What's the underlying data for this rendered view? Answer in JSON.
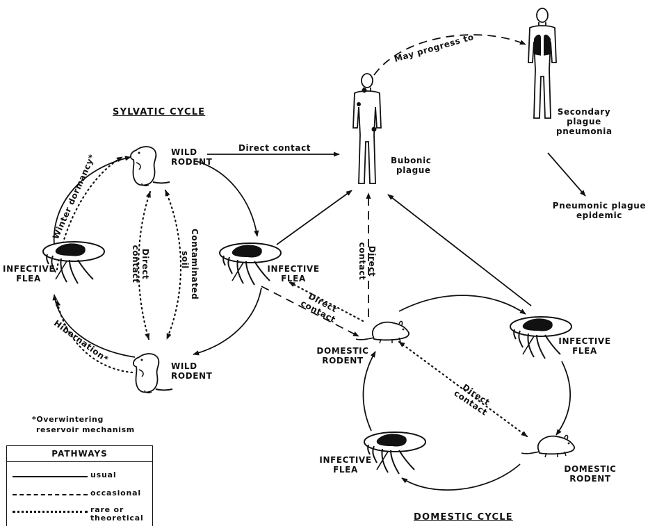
{
  "titles": {
    "sylvatic": "SYLVATIC CYCLE",
    "domestic": "DOMESTIC CYCLE"
  },
  "nodes": {
    "wild_rodent_top": [
      "WILD",
      "RODENT"
    ],
    "wild_rodent_bottom": [
      "WILD",
      "RODENT"
    ],
    "infective_flea_left": [
      "INFECTIVE",
      "FLEA"
    ],
    "infective_flea_center": [
      "INFECTIVE",
      "FLEA"
    ],
    "infective_flea_right": [
      "INFECTIVE",
      "FLEA"
    ],
    "infective_flea_bottom": [
      "INFECTIVE",
      "FLEA"
    ],
    "domestic_rodent_left": [
      "DOMESTIC",
      "RODENT"
    ],
    "domestic_rodent_right": [
      "DOMESTIC",
      "RODENT"
    ],
    "bubonic": [
      "Bubonic",
      "plague"
    ],
    "secondary": [
      "Secondary",
      "plague",
      "pneumonia"
    ],
    "pneumonic_epidemic": [
      "Pneumonic plague",
      "epidemic"
    ]
  },
  "edge_labels": {
    "direct_contact_top": "Direct contact",
    "may_progress": "May progress to",
    "winter_dormancy": "Winter dormancy*",
    "hibernation": "Hibernation*",
    "direct_contact_sylvatic": [
      "Direct",
      "contact"
    ],
    "contaminated_soil": [
      "Contaminated",
      "soil"
    ],
    "direct_contact_vertical": [
      "Direct",
      "contact"
    ],
    "direct_contact_flea_rodent": [
      "Direct",
      "contact"
    ],
    "direct_contact_domestic": [
      "Direct",
      "contact"
    ]
  },
  "footnote": [
    "*Overwintering",
    "reservoir mechanism"
  ],
  "legend": {
    "title": "PATHWAYS",
    "items": [
      {
        "style": "solid",
        "label": "usual"
      },
      {
        "style": "dashed",
        "label": "occasional"
      },
      {
        "style": "dotted",
        "label": "rare or theoretical"
      }
    ]
  },
  "icons": [
    "rodent-icon",
    "flea-icon",
    "human-figure-icon",
    "rat-icon"
  ]
}
